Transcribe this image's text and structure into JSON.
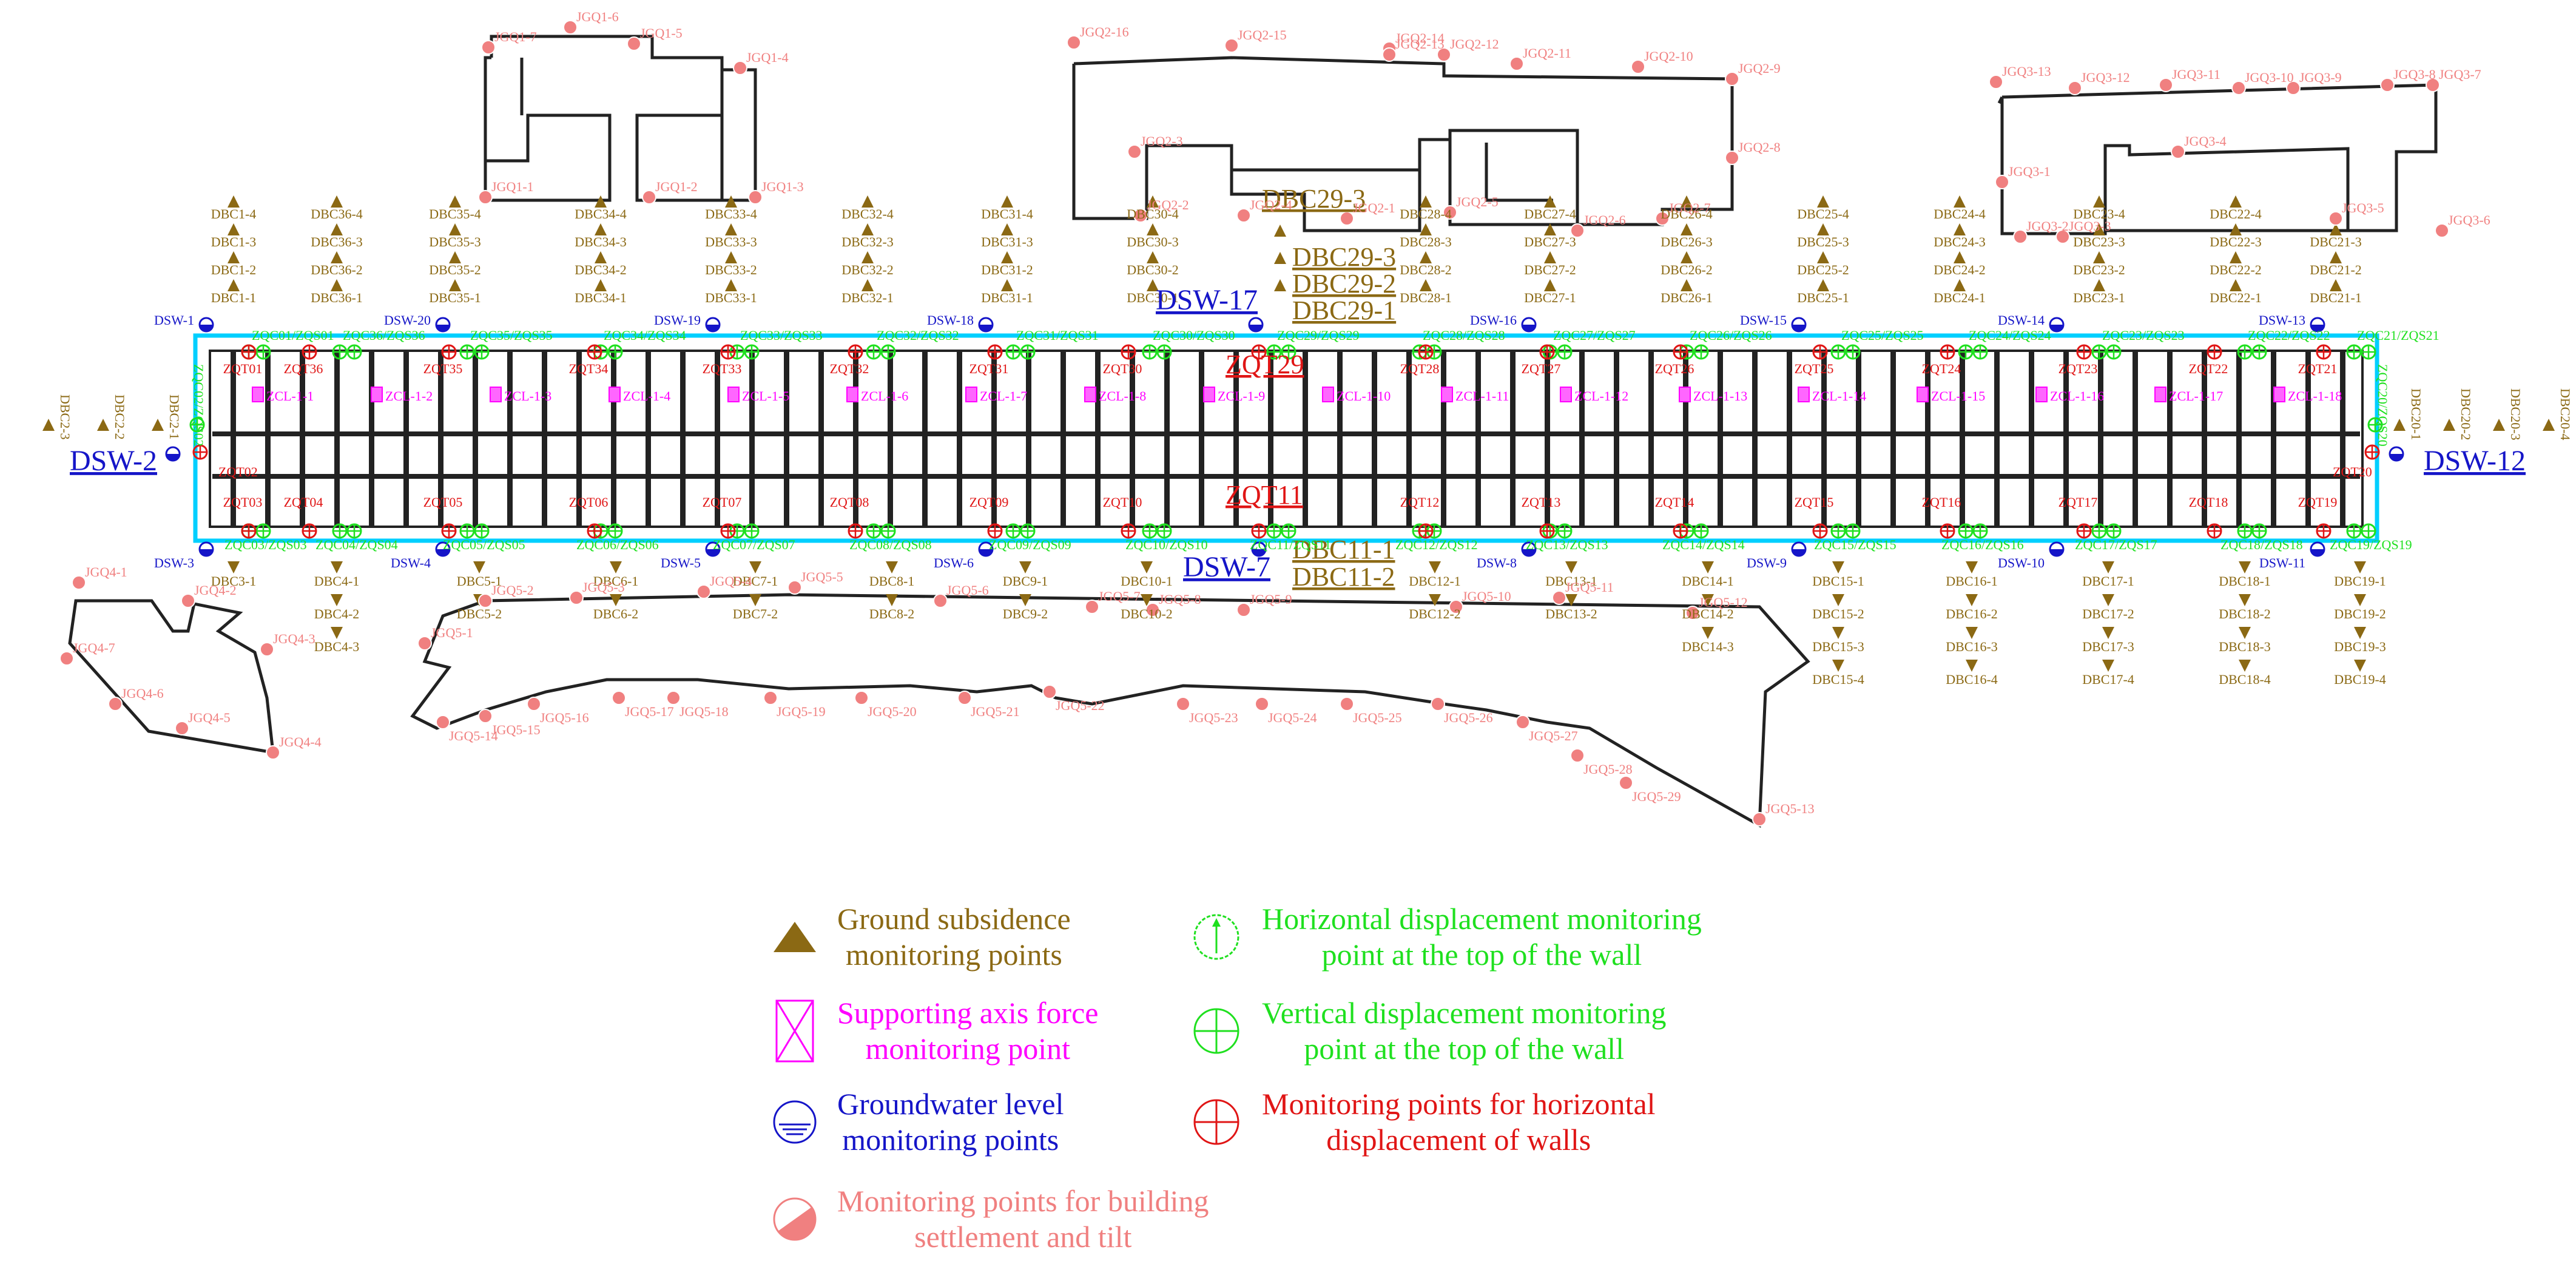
{
  "colors": {
    "subsidence": "#8B6914",
    "axis_force": "#FF00FF",
    "groundwater": "#1515C8",
    "wall_top": "#1FE01F",
    "wall_horizontal": "#E01515",
    "building": "#F08080",
    "pit_outline": "#00CFFF"
  },
  "legend": {
    "subsidence": "Ground subsidence\nmonitoring points",
    "axis_force": "Supporting axis force\nmonitoring point",
    "groundwater": "Groundwater level\nmonitoring points",
    "building": "Monitoring points for building\nsettlement and tilt",
    "wall_top_horizontal": "Horizontal displacement monitoring\npoint at the top of the wall",
    "wall_top_vertical": "Vertical displacement monitoring\npoint at the top of the wall",
    "wall_horizontal": "Monitoring points for horizontal\ndisplacement of walls"
  },
  "labels": {
    "dbc_top_cols": [
      [
        "DBC1-4",
        "DBC1-3",
        "DBC1-2",
        "DBC1-1"
      ],
      [
        "DBC36-4",
        "DBC36-3",
        "DBC36-2",
        "DBC36-1"
      ],
      [
        "DBC35-4",
        "DBC35-3",
        "DBC35-2",
        "DBC35-1"
      ],
      [
        "DBC34-4",
        "DBC34-3",
        "DBC34-2",
        "DBC34-1"
      ],
      [
        "DBC33-4",
        "DBC33-3",
        "DBC33-2",
        "DBC33-1"
      ],
      [
        "DBC32-4",
        "DBC32-3",
        "DBC32-2",
        "DBC32-1"
      ],
      [
        "DBC31-4",
        "DBC31-3",
        "DBC31-2",
        "DBC31-1"
      ],
      [
        "DBC30-4",
        "DBC30-3",
        "DBC30-2",
        "DBC30-1"
      ],
      [
        "DBC28-4",
        "DBC28-3",
        "DBC28-2",
        "DBC28-1"
      ],
      [
        "DBC27-4",
        "DBC27-3",
        "DBC27-2",
        "DBC27-1"
      ],
      [
        "DBC26-4",
        "DBC26-3",
        "DBC26-2",
        "DBC26-1"
      ],
      [
        "DBC25-4",
        "DBC25-3",
        "DBC25-2",
        "DBC25-1"
      ],
      [
        "DBC24-4",
        "DBC24-3",
        "DBC24-2",
        "DBC24-1"
      ],
      [
        "DBC23-4",
        "DBC23-3",
        "DBC23-2",
        "DBC23-1"
      ],
      [
        "DBC22-4",
        "DBC22-3",
        "DBC22-2",
        "DBC22-1"
      ],
      [
        "DBC21-3",
        "DBC21-2",
        "DBC21-1"
      ]
    ],
    "dbc_bottom_cols": [
      [
        "DBC3-1"
      ],
      [
        "DBC4-1",
        "DBC4-2",
        "DBC4-3"
      ],
      [
        "DBC5-1",
        "DBC5-2"
      ],
      [
        "DBC6-1",
        "DBC6-2"
      ],
      [
        "DBC7-1",
        "DBC7-2"
      ],
      [
        "DBC8-1",
        "DBC8-2"
      ],
      [
        "DBC9-1",
        "DBC9-2"
      ],
      [
        "DBC10-1",
        "DBC10-2"
      ],
      [
        "DBC12-1",
        "DBC12-2"
      ],
      [
        "DBC13-1",
        "DBC13-2"
      ],
      [
        "DBC14-1",
        "DBC14-2",
        "DBC14-3"
      ],
      [
        "DBC15-1",
        "DBC15-2",
        "DBC15-3",
        "DBC15-4"
      ],
      [
        "DBC16-1",
        "DBC16-2",
        "DBC16-3",
        "DBC16-4"
      ],
      [
        "DBC17-1",
        "DBC17-2",
        "DBC17-3",
        "DBC17-4"
      ],
      [
        "DBC18-1",
        "DBC18-2",
        "DBC18-3",
        "DBC18-4"
      ],
      [
        "DBC19-1",
        "DBC19-2",
        "DBC19-3",
        "DBC19-4"
      ]
    ],
    "dbc_side_left": [
      "DBC2-3",
      "DBC2-2",
      "DBC2-1"
    ],
    "dbc_side_right": [
      "DBC20-1",
      "DBC20-2",
      "DBC20-3",
      "DBC20-4"
    ],
    "dbc_big_top": [
      "DBC29-3",
      "DBC29-2",
      "DBC29-1",
      "DBC29-3"
    ],
    "dbc_big_bottom": [
      "DBC11-1",
      "DBC11-2"
    ],
    "dsw_top": [
      "DSW-1",
      "DSW-20",
      "DSW-19",
      "DSW-18",
      "DSW-16",
      "DSW-15",
      "DSW-14",
      "DSW-13"
    ],
    "dsw_bottom": [
      "DSW-3",
      "DSW-4",
      "DSW-5",
      "DSW-6",
      "DSW-8",
      "DSW-9",
      "DSW-10",
      "DSW-11"
    ],
    "dsw_big": [
      "DSW-2",
      "DSW-12",
      "DSW-17",
      "DSW-7"
    ],
    "zqc_top": [
      "ZQC01/ZQS01",
      "ZQC36/ZQS36",
      "ZQC35/ZQS35",
      "ZQC34/ZQS34",
      "ZQC33/ZQS33",
      "ZQC32/ZQS32",
      "ZQC31/ZQS31",
      "ZQC30/ZQS30",
      "ZQC29/ZQS29",
      "ZQC28/ZQS28",
      "ZQC27/ZQS27",
      "ZQC26/ZQS26",
      "ZQC25/ZQS25",
      "ZQC24/ZQS24",
      "ZQC23/ZQS23",
      "ZQC22/ZQS22",
      "ZQC21/ZQS21"
    ],
    "zqc_bottom": [
      "ZQC03/ZQS03",
      "ZQC04/ZQS04",
      "ZQC05/ZQS05",
      "ZQC06/ZQS06",
      "ZQC07/ZQS07",
      "ZQC08/ZQS08",
      "ZQC09/ZQS09",
      "ZQC10/ZQS10",
      "ZQC11/ZQS11",
      "ZQC12/ZQS12",
      "ZQC13/ZQS13",
      "ZQC14/ZQS14",
      "ZQC15/ZQS15",
      "ZQC16/ZQS16",
      "ZQC17/ZQS17",
      "ZQC18/ZQS18",
      "ZQC19/ZQS19"
    ],
    "zqc_side": [
      "ZQC02/ZQS02",
      "ZQC20/ZQS20"
    ],
    "zqt_top": [
      "ZQT01",
      "ZQT36",
      "ZQT35",
      "ZQT34",
      "ZQT33",
      "ZQT32",
      "ZQT31",
      "ZQT30",
      "ZQT28",
      "ZQT27",
      "ZQT26",
      "ZQT25",
      "ZQT24",
      "ZQT23",
      "ZQT22",
      "ZQT21"
    ],
    "zqt_bottom": [
      "ZQT03",
      "ZQT04",
      "ZQT05",
      "ZQT06",
      "ZQT07",
      "ZQT08",
      "ZQT09",
      "ZQT10",
      "ZQT12",
      "ZQT13",
      "ZQT14",
      "ZQT15",
      "ZQT16",
      "ZQT17",
      "ZQT18",
      "ZQT19"
    ],
    "zqt_side": [
      "ZQT02",
      "ZQT20"
    ],
    "zqt_big": [
      "ZQT29",
      "ZQT11"
    ],
    "zcl": [
      "ZCL-1-1",
      "ZCL-1-2",
      "ZCL-1-3",
      "ZCL-1-4",
      "ZCL-1-5",
      "ZCL-1-6",
      "ZCL-1-7",
      "ZCL-1-8",
      "ZCL-1-9",
      "ZCL-1-10",
      "ZCL-1-11",
      "ZCL-1-12",
      "ZCL-1-13",
      "ZCL-1-14",
      "ZCL-1-15",
      "ZCL-1-16",
      "ZCL-1-17",
      "ZCL-1-18"
    ],
    "jgq1": [
      "JGQ1-7",
      "JGQ1-6",
      "JGQ1-5",
      "JGQ1-4",
      "JGQ1-1",
      "JGQ1-2",
      "JGQ1-3"
    ],
    "jgq2": [
      "JGQ2-16",
      "JGQ2-15",
      "JGQ2-14",
      "JGQ2-13",
      "JGQ2-12",
      "JGQ2-11",
      "JGQ2-10",
      "JGQ2-9",
      "JGQ2-8",
      "JGQ2-3",
      "JGQ2-2",
      "JGQ2-1",
      "JGQ2-4",
      "JGQ2-5",
      "JGQ2-6",
      "JGQ2-7"
    ],
    "jgq3": [
      "JGQ3-13",
      "JGQ3-12",
      "JGQ3-11",
      "JGQ3-10",
      "JGQ3-9",
      "JGQ3-8",
      "JGQ3-7",
      "JGQ3-4",
      "JGQ3-1",
      "JGQ3-2",
      "JGQ3-3",
      "JGQ3-5",
      "JGQ3-6"
    ],
    "jgq4": [
      "JGQ4-1",
      "JGQ4-2",
      "JGQ4-3",
      "JGQ4-7",
      "JGQ4-6",
      "JGQ4-5",
      "JGQ4-4"
    ],
    "jgq5_top": [
      "JGQ5-1",
      "JGQ5-2",
      "JGQ5-3",
      "JGQ5-4",
      "JGQ5-5",
      "JGQ5-6",
      "JGQ5-7",
      "JGQ5-8",
      "JGQ5-9",
      "JGQ5-10",
      "JGQ5-11",
      "JGQ5-12",
      "JGQ5-13"
    ],
    "jgq5_bottom": [
      "JGQ5-14",
      "JGQ5-15",
      "JGQ5-16",
      "JGQ5-17",
      "JGQ5-18",
      "JGQ5-19",
      "JGQ5-20",
      "JGQ5-21",
      "JGQ5-22",
      "JGQ5-23",
      "JGQ5-24",
      "JGQ5-25",
      "JGQ5-26",
      "JGQ5-27",
      "JGQ5-28",
      "JGQ5-29"
    ]
  }
}
